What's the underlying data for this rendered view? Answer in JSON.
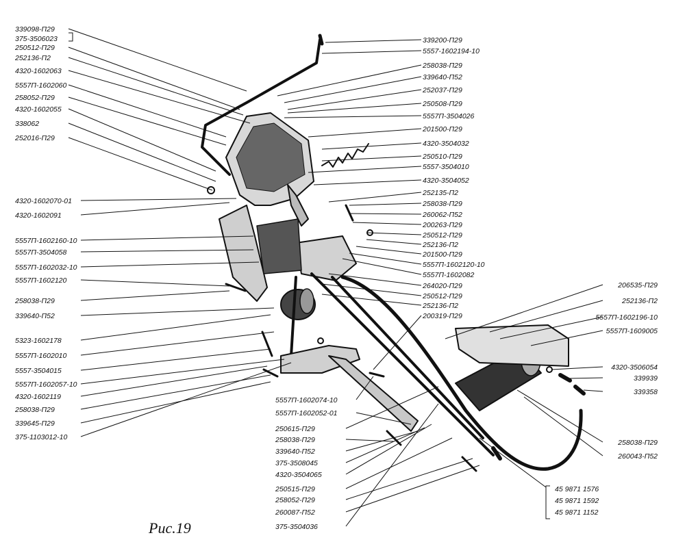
{
  "caption": "Рис.19",
  "colors": {
    "ink": "#111111",
    "paper": "#ffffff",
    "shade": "#555555"
  },
  "labels": {
    "left": [
      "339098-П29",
      "375-3506023",
      "250512-П29",
      "252136-П2",
      "4320-1602063",
      "5557П-1602060",
      "258052-П29",
      "4320-1602055",
      "338062",
      "252016-П29",
      "4320-1602070-01",
      "4320-1602091",
      "5557П-1602160-10",
      "5557П-3504058",
      "5557П-1602032-10",
      "5557П-1602120",
      "258038-П29",
      "339640-П52",
      "5323-1602178",
      "5557П-1602010",
      "5557-3504015",
      "5557П-1602057-10",
      "4320-1602119",
      "258038-П29",
      "339645-П29",
      "375-1103012-10"
    ],
    "right": [
      "339200-П29",
      "5557-1602194-10",
      "258038-П29",
      "339640-П52",
      "252037-П29",
      "250508-П29",
      "5557П-3504026",
      "201500-П29",
      "4320-3504032",
      "250510-П29",
      "5557-3504010",
      "4320-3504052",
      "252135-П2",
      "258038-П29",
      "260062-П52",
      "200263-П29",
      "250512-П29",
      "252136-П2",
      "201500-П29",
      "5557П-1602120-10",
      "5557П-1602082",
      "264020-П29",
      "250512-П29",
      "252136-П2",
      "200319-П29"
    ],
    "far_right": [
      "206535-П29",
      "252136-П2",
      "5557П-1602196-10",
      "5557П-1609005",
      "4320-3506054",
      "339939",
      "339358",
      "258038-П29",
      "260043-П52"
    ],
    "bottom": [
      "5557П-1602074-10",
      "5557П-1602052-01",
      "250615-П29",
      "258038-П29",
      "339640-П52",
      "375-3508045",
      "4320-3504065",
      "250515-П29",
      "258052-П29",
      "260087-П52",
      "375-3504036"
    ],
    "catalog": [
      "45 9871 1576",
      "45 9871 1592",
      "45 9871 1152"
    ]
  }
}
